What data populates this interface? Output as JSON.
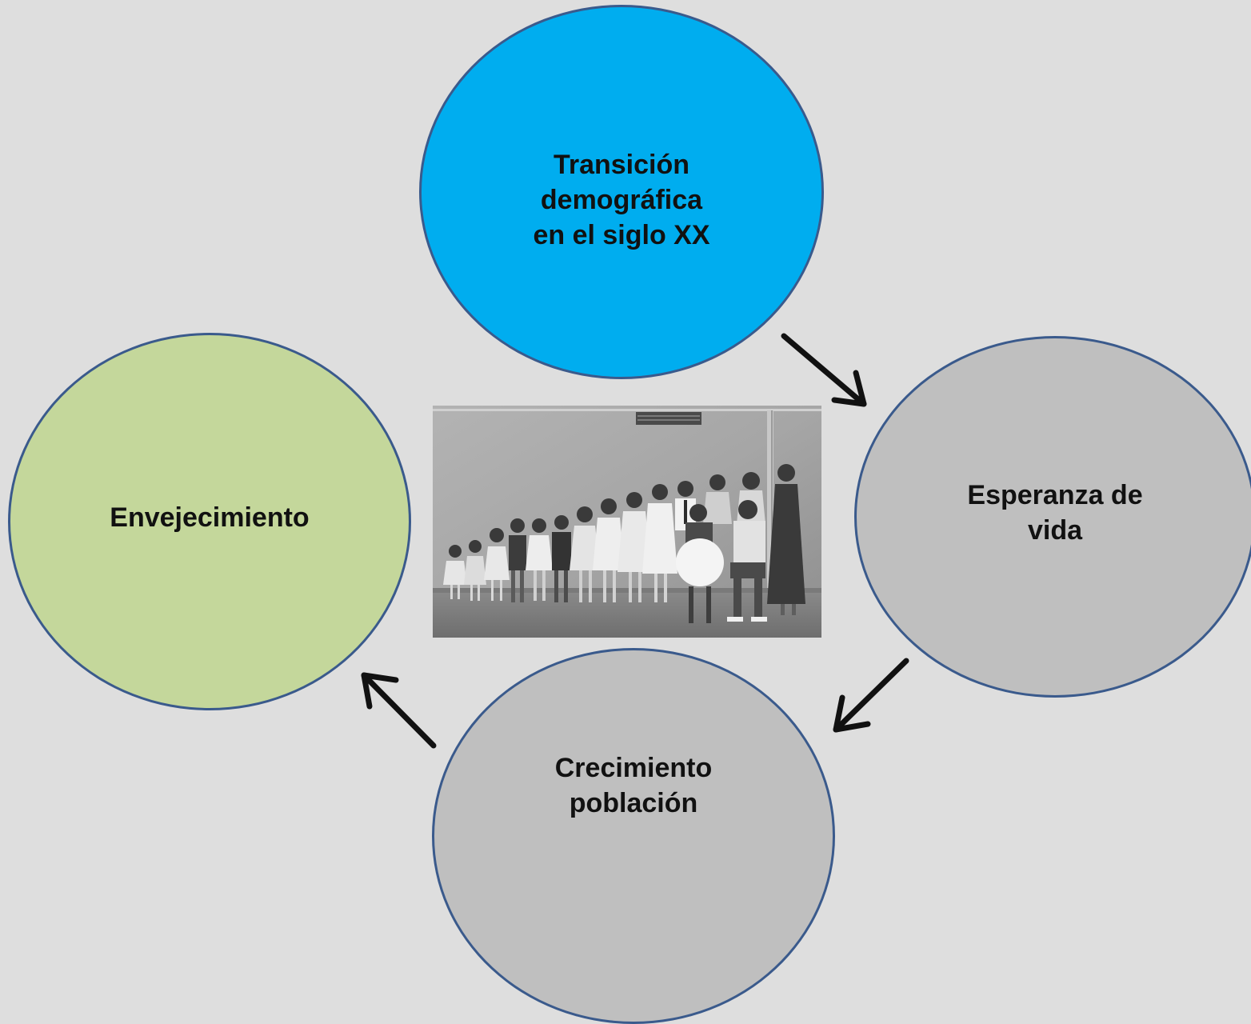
{
  "nodes": {
    "transicion": "Transición\ndemográfica\nen el siglo XX",
    "esperanza": "Esperanza de\nvida",
    "crecimiento": "Crecimiento\npoblación",
    "envejecimiento": "Envejecimiento"
  },
  "colors": {
    "transicion_fill": "#00adef",
    "esperanza_fill": "#bfbfbf",
    "crecimiento_fill": "#bfbfbf",
    "envejecimiento_fill": "#c4d79b",
    "node_border": "#3a5a8c",
    "arrow": "#111111",
    "background": "#dedede"
  },
  "photo": {
    "icon": "family-photo",
    "subject": "black-and-white group photo of a large family"
  }
}
